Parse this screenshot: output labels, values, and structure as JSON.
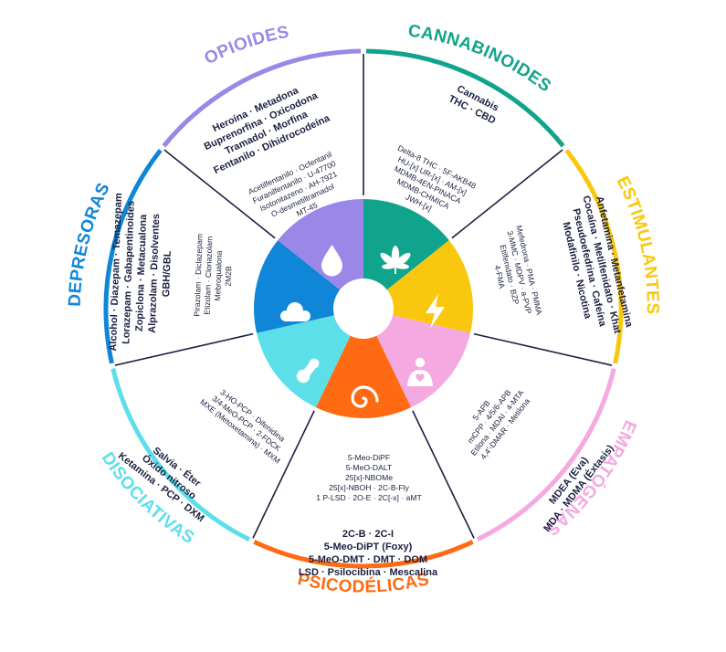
{
  "colors": {
    "opioides": "#9b87e8",
    "cannabinoides": "#11a48c",
    "estimulantes": "#f9c80e",
    "empatogenas": "#f4a9e1",
    "psicodelicas": "#ff6a13",
    "disociativas": "#5ddfe9",
    "depresoras": "#0f86d8",
    "text": "#1b2040"
  },
  "categories": [
    {
      "key": "opioides",
      "name": "OPIOIDES",
      "icon": "drop-icon",
      "main": [
        "Heroína · Metadona",
        "Buprenorfina · Oxicodona",
        "Tramadol · Morfina",
        "Fentanilo · Dihidrocodeína"
      ],
      "others": [
        "Acetilfentanilo · Ocfentanil",
        "Furanilfentanilo · U-47700",
        "Isotonitazeno · AH-7921",
        "O-desmetiltramadol",
        "MT-45"
      ]
    },
    {
      "key": "cannabinoides",
      "name": "CANNABINOIDES",
      "icon": "cannabis-leaf-icon",
      "main": [
        "Cannabis",
        "THC · CBD"
      ],
      "others": [
        "Delta-8 THC · 5F-AKB48",
        "HU-[x] UR-[x] · AM-[x]",
        "MDMB-4EN-PINACA",
        "MDMB-CHMICA",
        "JWH-[x]"
      ]
    },
    {
      "key": "estimulantes",
      "name": "ESTIMULANTES",
      "icon": "lightning-icon",
      "main": [
        "Anfetamina · Metanfetamina",
        "Cocaína · Metilfenidato · Khat",
        "Pseudoefedrina · Cafeína",
        "Modafinilo · Nicotina"
      ],
      "others": [
        "Mefedrona · PMA · PMMA",
        "3-MMC · MDPV · a-PVP",
        "Etilfenidato · BZP",
        "4-FMA"
      ]
    },
    {
      "key": "empatogenas",
      "name": "EMPATÓGENAS",
      "icon": "person-heart-icon",
      "main": [
        "MDEA (Eva)",
        "MDA · MDMA (Éxtasis)"
      ],
      "others": [
        "5-APB",
        "mCPP · 4/5/6-APB",
        "Etilona · MDAI · 4-MTA",
        "4,4'-DMAR · Metilona"
      ]
    },
    {
      "key": "psicodelicas",
      "name": "PSICODÉLICAS",
      "icon": "spiral-icon",
      "main": [
        "2C-B · 2C-I",
        "5-Meo-DiPT (Foxy)",
        "5-MeO-DMT · DMT · DOM",
        "LSD · Psilocibina · Mescalina"
      ],
      "others": [
        "5-Meo-DiPF",
        "5-MeO-DALT",
        "25[x]-NBOMe",
        "25[x]-NBOH · 2C-B-Fly",
        "1 P-LSD · 2O-E · 2C[-x] · aMT"
      ]
    },
    {
      "key": "disociativas",
      "name": "DISOCIATIVAS",
      "icon": "molecule-icon",
      "main": [
        "Salvia · Éter",
        "Óxido nitroso",
        "Ketamina · PCP · DXM"
      ],
      "others": [
        "3-HO-PCP · Difenidina",
        "3/4-MeO-PCP · 2-FDCK",
        "MXE (Metoxetamina) · MXM"
      ]
    },
    {
      "key": "depresoras",
      "name": "DEPRESORAS",
      "icon": "cloud-icon",
      "main": [
        "Alcohol · Diazepam · Temazepam",
        "Lorazepam · Gabapentinoides",
        "Zopiclona · Metacualona",
        "Alprazolam · Disolventes",
        "GBH/GBL"
      ],
      "others": [
        "Pirazolam · Diclazepam",
        "Etizolam · Clonazolam",
        "Mebroqualona",
        "2M2B"
      ]
    }
  ]
}
